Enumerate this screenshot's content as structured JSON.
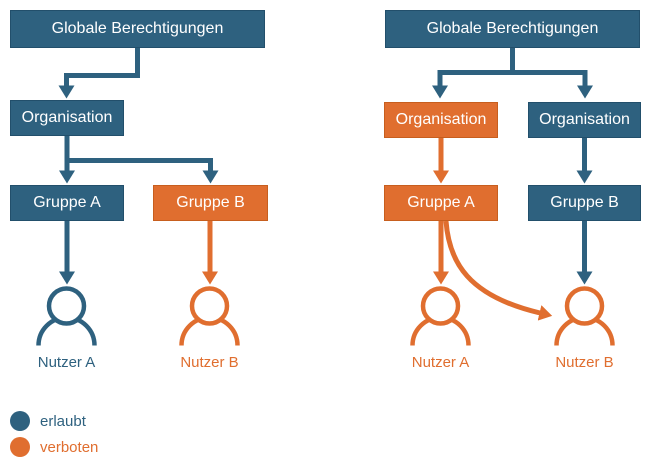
{
  "colors": {
    "blue": "#2E617F",
    "orange": "#E06E2F",
    "blue-border": "#224F6B",
    "orange-border": "#C75E1E",
    "box-text": "#FFFFFF",
    "background": "#FFFFFF"
  },
  "left_diagram": {
    "root_label": "Globale Berechtigungen",
    "org_label": "Organisation",
    "group_a_label": "Gruppe A",
    "group_b_label": "Gruppe B",
    "user_a_label": "Nutzer A",
    "user_b_label": "Nutzer B"
  },
  "right_diagram": {
    "root_label": "Globale Berechtigungen",
    "org_left_label": "Organisation",
    "org_right_label": "Organisation",
    "group_a_label": "Gruppe A",
    "group_b_label": "Gruppe B",
    "user_a_label": "Nutzer A",
    "user_b_label": "Nutzer B"
  },
  "legend": {
    "items": [
      {
        "label": "erlaubt",
        "color": "#2E617F"
      },
      {
        "label": "verboten",
        "color": "#E06E2F"
      }
    ]
  }
}
